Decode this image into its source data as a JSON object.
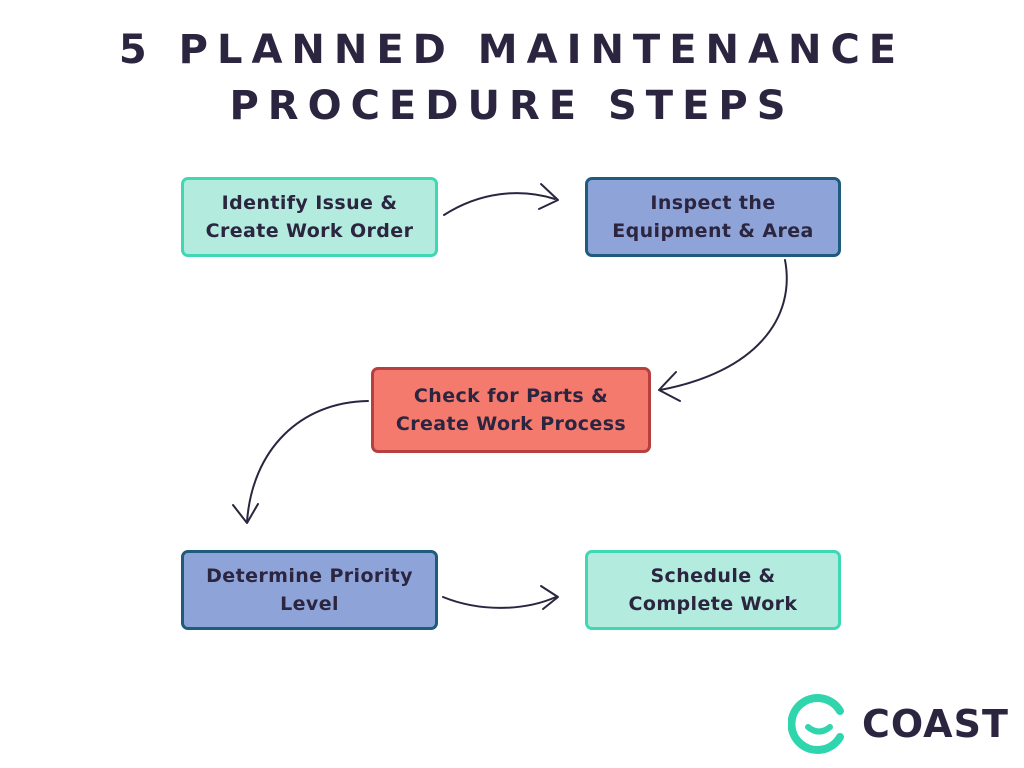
{
  "title": {
    "line1": "5 PLANNED MAINTENANCE",
    "line2": "PROCEDURE STEPS"
  },
  "steps": [
    {
      "line1": "Identify Issue &",
      "line2": "Create Work Order",
      "color": "teal"
    },
    {
      "line1": "Inspect the",
      "line2": "Equipment & Area",
      "color": "blue"
    },
    {
      "line1": "Check for Parts &",
      "line2": "Create Work Process",
      "color": "red"
    },
    {
      "line1": "Determine Priority",
      "line2": "Level",
      "color": "blue"
    },
    {
      "line1": "Schedule &",
      "line2": "Complete Work",
      "color": "teal"
    }
  ],
  "logo": {
    "text": "COAST"
  },
  "colors": {
    "teal_fill": "#b3ebde",
    "teal_border": "#3fd8b5",
    "blue_fill": "#8ea4d8",
    "blue_border": "#1f5b7c",
    "red_fill": "#f47a6e",
    "red_border": "#b6403f",
    "ink": "#2b2540",
    "logo_accent": "#2fd6ad"
  }
}
